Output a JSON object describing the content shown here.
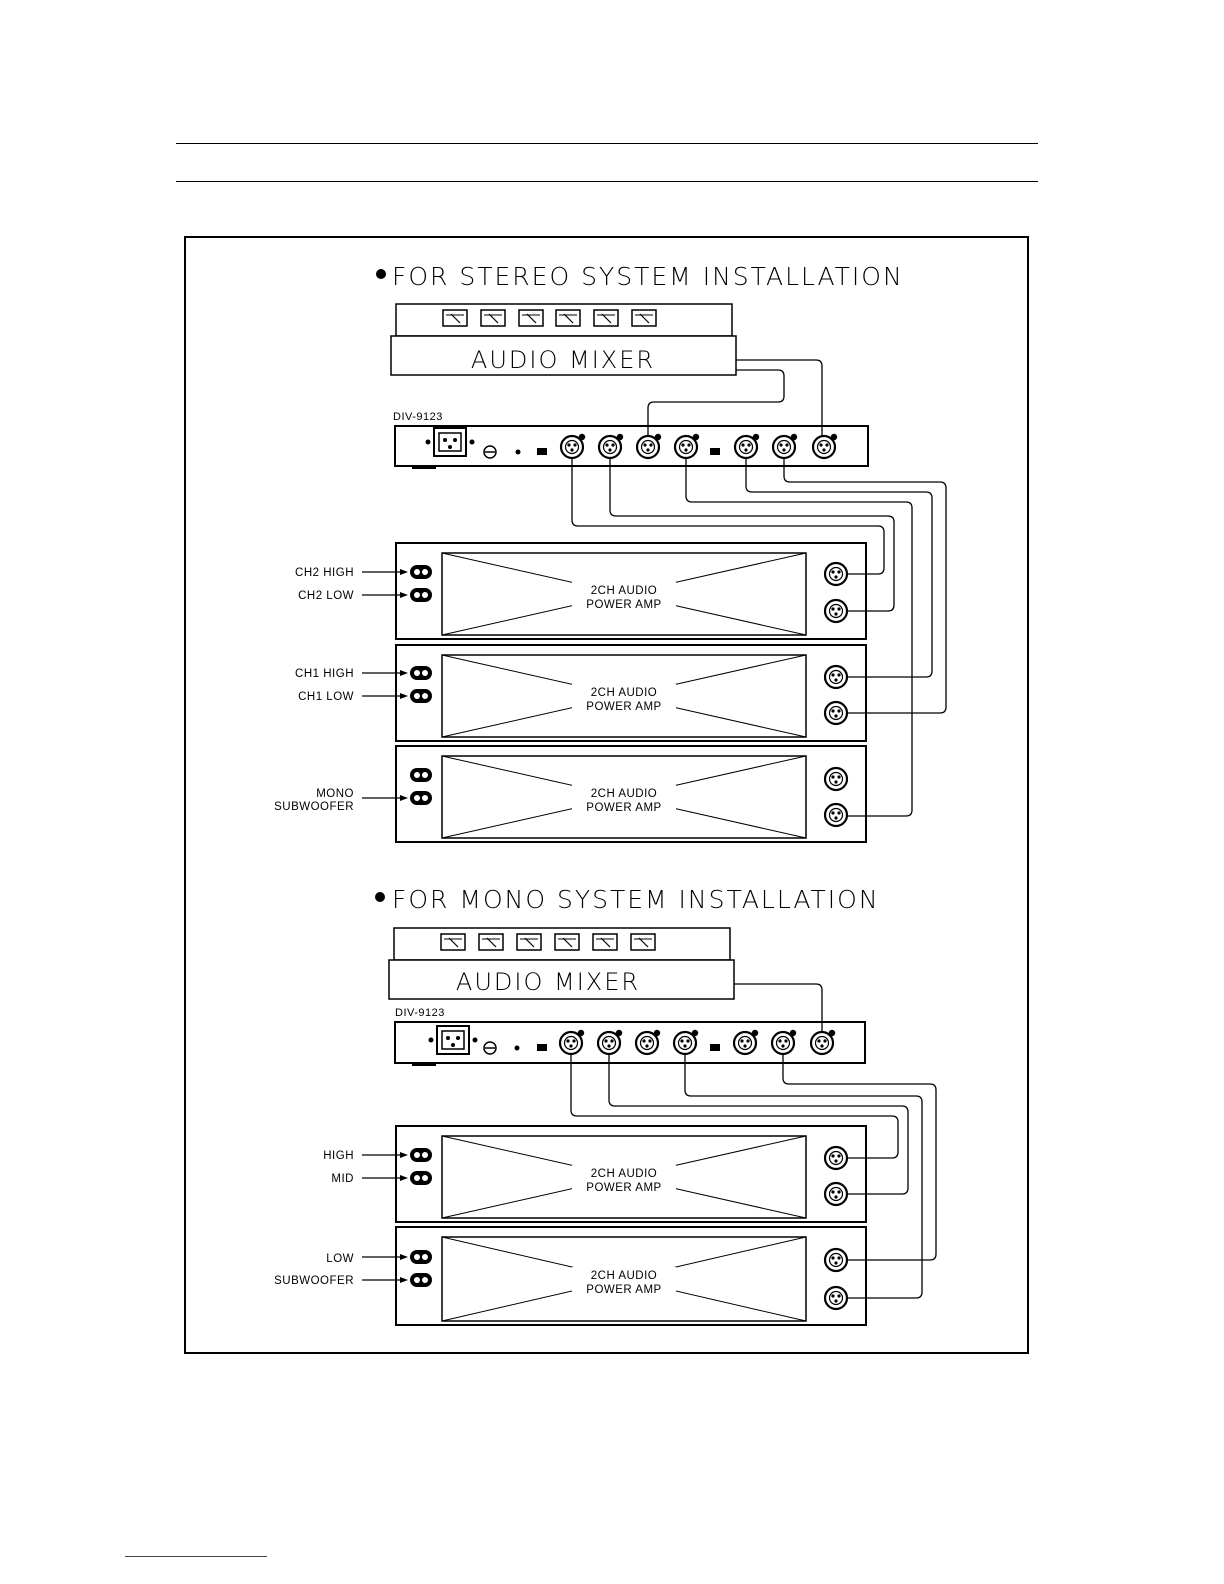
{
  "stereo": {
    "title": "FOR STEREO SYSTEM INSTALLATION",
    "mixer_label": "AUDIO MIXER",
    "device_label": "DIV-9123",
    "amps": [
      {
        "line1": "2CH AUDIO",
        "line2": "POWER AMP",
        "out_top": "CH2 HIGH",
        "out_bottom": "CH2 LOW"
      },
      {
        "line1": "2CH AUDIO",
        "line2": "POWER AMP",
        "out_top": "CH1 HIGH",
        "out_bottom": "CH1 LOW"
      },
      {
        "line1": "2CH AUDIO",
        "line2": "POWER AMP",
        "out_label_line1": "MONO",
        "out_label_line2": "SUBWOOFER"
      }
    ]
  },
  "mono": {
    "title": "FOR MONO SYSTEM INSTALLATION",
    "mixer_label": "AUDIO MIXER",
    "device_label": "DIV-9123",
    "amps": [
      {
        "line1": "2CH AUDIO",
        "line2": "POWER AMP",
        "out_top": "HIGH",
        "out_bottom": "MID"
      },
      {
        "line1": "2CH AUDIO",
        "line2": "POWER AMP",
        "out_top": "LOW",
        "out_bottom": "SUBWOOFER"
      }
    ]
  }
}
